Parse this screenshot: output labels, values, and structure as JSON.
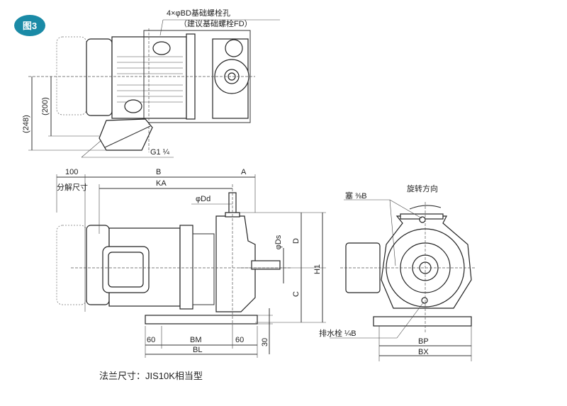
{
  "figure_badge": "图3",
  "top_view": {
    "bolt_hole_label": "4×φBD基础螺栓孔",
    "bolt_recommend_label": "（建议基础螺栓FD）",
    "dim_248": "(248)",
    "dim_200": "(200)",
    "thread_label": "G1 ¼"
  },
  "side_view": {
    "dim_100": "100",
    "disassembly_label": "分解尺寸",
    "dim_B": "B",
    "dim_A": "A",
    "dim_KA": "KA",
    "dim_Dd": "φDd",
    "dim_Ds": "φDs",
    "dim_D": "D",
    "dim_C": "C",
    "dim_H1": "H1",
    "dim_60_left": "60",
    "dim_BM": "BM",
    "dim_60_right": "60",
    "dim_BL": "BL",
    "dim_30": "30"
  },
  "front_view": {
    "plug_label": "塞 ⅜B",
    "rotation_label": "旋转方向",
    "drain_label": "排水栓 ¼B",
    "dim_BP": "BP",
    "dim_BX": "BX"
  },
  "caption": "法兰尺寸：JIS10K相当型",
  "colors": {
    "badge": "#1a8aa6"
  }
}
